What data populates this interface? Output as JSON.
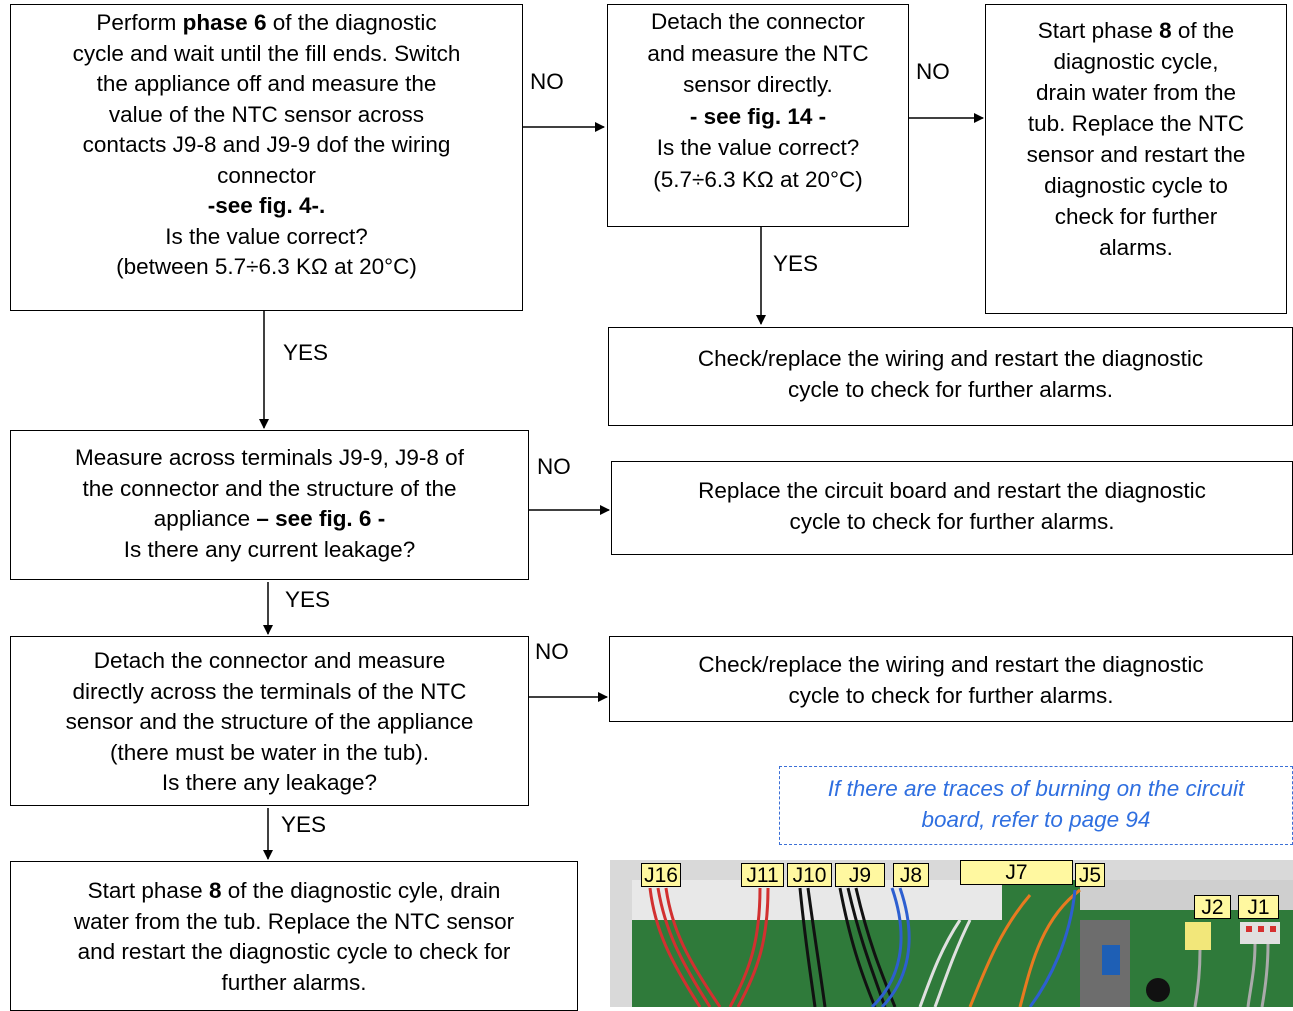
{
  "box1": {
    "l1a": "Perform ",
    "l1b": "phase 6",
    "l1c": " of the diagnostic",
    "l2": "cycle and wait until the fill ends. Switch",
    "l3": "the appliance off and measure the",
    "l4": "value of the NTC sensor across",
    "l5": "contacts J9-8 and J9-9 dof the wiring",
    "l6": "connector",
    "l7": "-see fig. 4-.",
    "l8": "Is the value correct?",
    "l9": "(between 5.7÷6.3 KΩ at 20°C)"
  },
  "box2": {
    "l1": "Detach the connector",
    "l2": "and measure the NTC",
    "l3": "sensor directly.",
    "l4": "- see fig. 14 -",
    "l5": "Is the value correct?",
    "l6": "(5.7÷6.3 KΩ at 20°C)"
  },
  "box3": {
    "l1a": "Start phase ",
    "l1b": "8",
    "l1c": " of the",
    "l2": "diagnostic cycle,",
    "l3": "drain water from the",
    "l4": "tub. Replace the NTC",
    "l5": "sensor and restart the",
    "l6": "diagnostic cycle to",
    "l7": "check for further",
    "l8": "alarms."
  },
  "box4": {
    "l1": "Check/replace the wiring and restart the diagnostic",
    "l2": "cycle to check for further alarms."
  },
  "box5": {
    "l1": "Measure across terminals J9-9, J9-8 of",
    "l2": "the connector and the structure of the",
    "l3a": "appliance ",
    "l3b": "– see fig. 6 -",
    "l4": "Is there any current leakage?"
  },
  "box6": {
    "l1": "Replace the circuit board and restart the diagnostic",
    "l2": "cycle to check for further alarms."
  },
  "box7": {
    "l1": "Detach the connector and measure",
    "l2": "directly across the terminals of the NTC",
    "l3": "sensor and the structure of the appliance",
    "l4": "(there must be water in the tub).",
    "l5": "Is there any leakage?"
  },
  "box8": {
    "l1": "Check/replace the wiring and restart the diagnostic",
    "l2": "cycle to check for further alarms."
  },
  "box9": {
    "l1a": "Start phase ",
    "l1b": "8",
    "l1c": " of the diagnostic cyle, drain",
    "l2": "water from the tub. Replace the NTC sensor",
    "l3": "and restart the diagnostic cycle to check for",
    "l4": "further alarms."
  },
  "labels": {
    "no1": "NO",
    "no2": "NO",
    "no3": "NO",
    "no4": "NO",
    "yes1": "YES",
    "yes2": "YES",
    "yes3": "YES",
    "yes4": "YES"
  },
  "note": {
    "l1": "If there are traces of burning on the circuit",
    "l2": "board, refer to page 94"
  },
  "connectors": {
    "j16": "J16",
    "j11": "J11",
    "j10": "J10",
    "j9": "J9",
    "j8": "J8",
    "j7": "J7",
    "j5": "J5",
    "j2": "J2",
    "j1": "J1"
  },
  "colors": {
    "note": "#2f6fe0",
    "tag": "#fff8a0",
    "board": "#2f7a3a"
  }
}
